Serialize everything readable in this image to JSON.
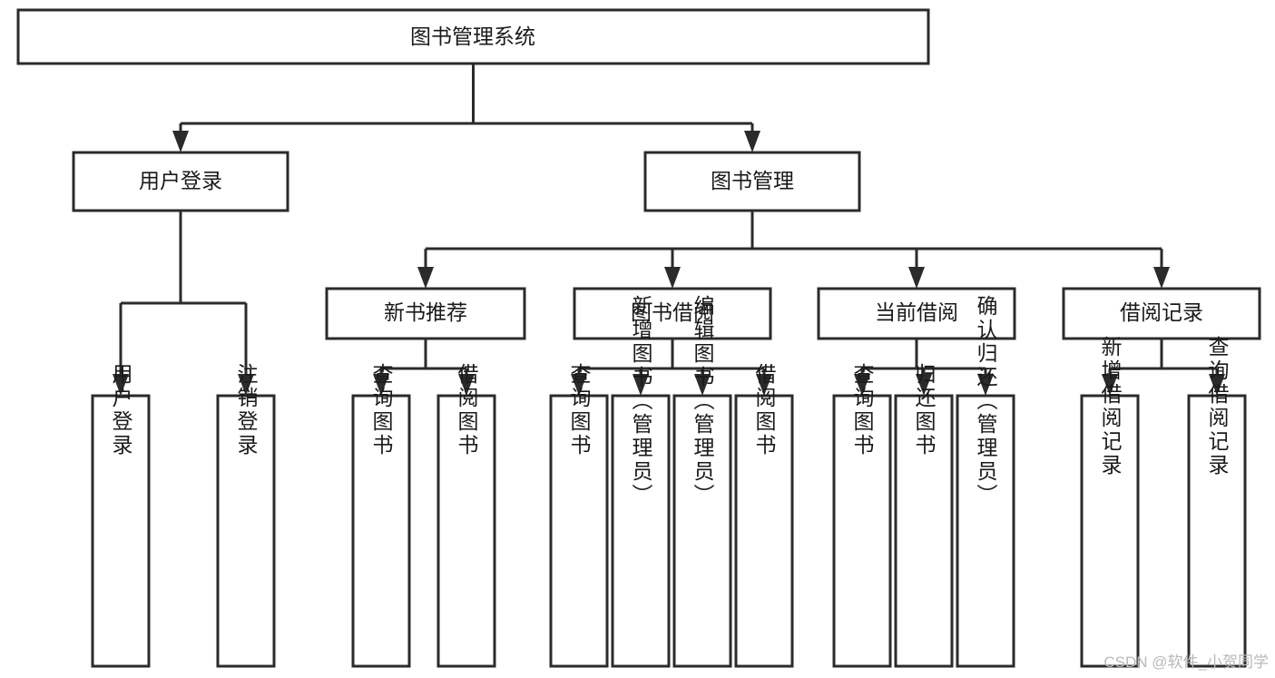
{
  "diagram": {
    "title": "图书管理系统",
    "type": "tree-hierarchy-chart",
    "root": {
      "id": "root",
      "label": "图书管理系统",
      "orientation": "horizontal"
    },
    "level2": [
      {
        "id": "user-login",
        "label": "用户登录",
        "orientation": "horizontal"
      },
      {
        "id": "book-manage",
        "label": "图书管理",
        "orientation": "horizontal"
      }
    ],
    "level3": [
      {
        "id": "new-book-recommend",
        "label": "新书推荐",
        "orientation": "horizontal"
      },
      {
        "id": "book-borrow",
        "label": "图书借阅",
        "orientation": "horizontal"
      },
      {
        "id": "current-borrow",
        "label": "当前借阅",
        "orientation": "horizontal"
      },
      {
        "id": "borrow-record",
        "label": "借阅记录",
        "orientation": "horizontal"
      }
    ],
    "leaves": {
      "user-login": [
        {
          "id": "leaf-user-login",
          "label": "用户登录",
          "orientation": "vertical"
        },
        {
          "id": "leaf-logout-login",
          "label": "注销登录",
          "orientation": "vertical"
        }
      ],
      "new-book-recommend": [
        {
          "id": "leaf-query-book-1",
          "label": "查询图书",
          "orientation": "vertical"
        },
        {
          "id": "leaf-borrow-book-1",
          "label": "借阅图书",
          "orientation": "vertical"
        }
      ],
      "book-borrow": [
        {
          "id": "leaf-query-book-2",
          "label": "查询图书",
          "orientation": "vertical"
        },
        {
          "id": "leaf-add-book-admin",
          "label": "新增图书（管理员）",
          "orientation": "vertical"
        },
        {
          "id": "leaf-edit-book-admin",
          "label": "编辑图书（管理员）",
          "orientation": "vertical"
        },
        {
          "id": "leaf-borrow-book-2",
          "label": "借阅图书",
          "orientation": "vertical"
        }
      ],
      "current-borrow": [
        {
          "id": "leaf-query-book-3",
          "label": "查询图书",
          "orientation": "vertical"
        },
        {
          "id": "leaf-return-book",
          "label": "归还图书",
          "orientation": "vertical"
        },
        {
          "id": "leaf-confirm-return-admin",
          "label": "确认归还（管理员）",
          "orientation": "vertical"
        }
      ],
      "borrow-record": [
        {
          "id": "leaf-add-borrow-record",
          "label": "新增借阅记录",
          "orientation": "vertical"
        },
        {
          "id": "leaf-query-borrow-record",
          "label": "查询借阅记录",
          "orientation": "vertical"
        }
      ]
    },
    "colors": {
      "box_stroke": "#2b2b2b",
      "box_fill": "#ffffff",
      "connector": "#2b2b2b",
      "text": "#1a1a1a",
      "background": "#ffffff",
      "watermark": "#b9b9b9"
    }
  },
  "watermark": {
    "text": "CSDN @软件_小贺同学"
  }
}
